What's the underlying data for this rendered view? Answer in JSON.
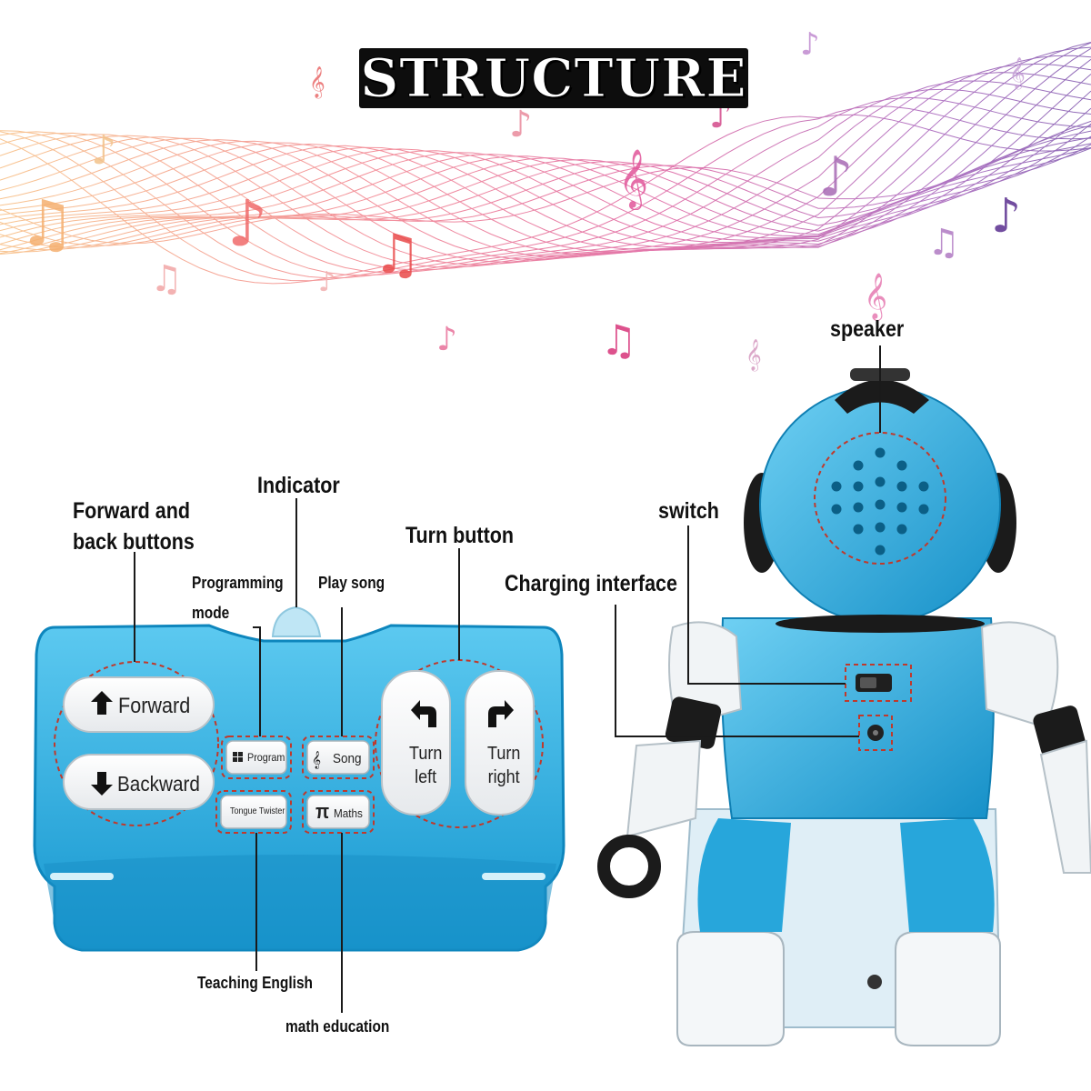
{
  "title": "STRUCTURE",
  "colors": {
    "accent_blue": "#1fa3d8",
    "dark_blue": "#0b6f9c",
    "annotation_red": "#c0392b",
    "wave_orange": "#f2a35a",
    "wave_pink": "#d9488f",
    "wave_purple": "#7a3aa6"
  },
  "decorations": {
    "background": "music-wave-with-notes"
  },
  "remote": {
    "forward_label": "Forward",
    "backward_label": "Backward",
    "turn_left_label": "Turn\nleft",
    "turn_right_label": "Turn\nright",
    "program_label": "Program",
    "song_label": "Song",
    "tongue_twister_label": "Tongue Twister",
    "maths_label": "Maths",
    "pi_symbol": "π"
  },
  "callouts": {
    "forward_back": "Forward and\nback buttons",
    "indicator": "Indicator",
    "programming_mode": "Programming\nmode",
    "play_song": "Play song",
    "turn_button": "Turn button",
    "teaching_english": "Teaching English",
    "math_education": "math education",
    "speaker": "speaker",
    "switch": "switch",
    "charging_interface": "Charging interface"
  }
}
